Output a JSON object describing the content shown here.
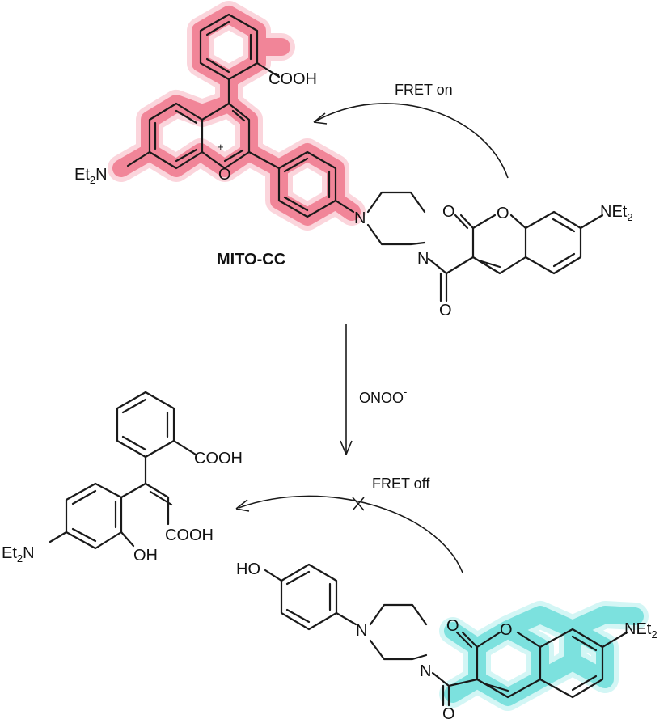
{
  "compound_name": "MITO-CC",
  "arrow_labels": {
    "fret_on": "FRET on",
    "fret_off": "FRET off",
    "reagent": "ONOO",
    "reagent_charge": "-"
  },
  "atoms": {
    "cooh": "COOH",
    "oh": "OH",
    "ho": "HO",
    "et2n": "Et",
    "et2n_sub": "2",
    "et2n_n": "N",
    "net2": "NEt",
    "net2_sub": "2",
    "n": "N",
    "o": "O",
    "plus": "+"
  },
  "colors": {
    "fluorophore_glow_on": "#ee6a82",
    "fluorophore_glow_off": "#5fd9d6",
    "bond": "#1a1a1a"
  }
}
